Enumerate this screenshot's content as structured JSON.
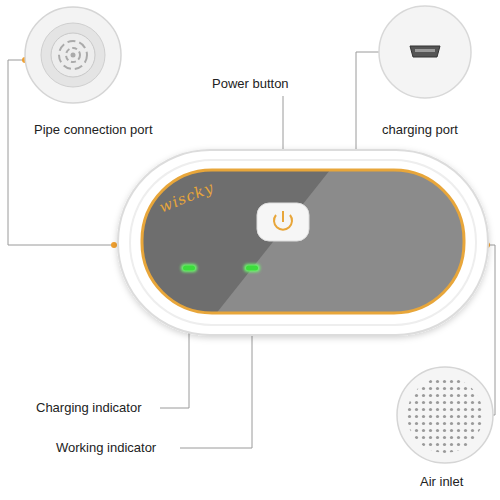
{
  "diagram": {
    "labels": [
      "Pipe connection port",
      "charging port",
      "Power button",
      "wiscky",
      "Charging indicator",
      "Working indicator",
      "Air inlet"
    ]
  }
}
